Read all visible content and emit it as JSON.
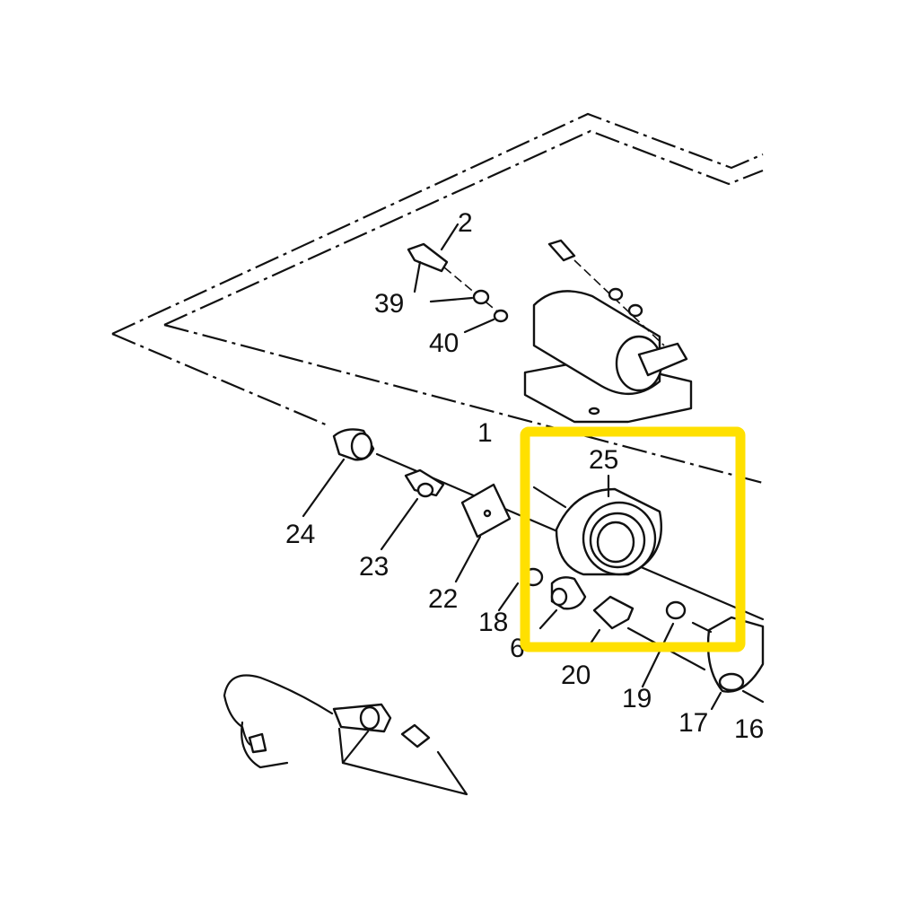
{
  "diagram": {
    "highlight_color": "#FFE000",
    "labels": {
      "l2": "2",
      "l39": "39",
      "l40": "40",
      "l1": "1",
      "l25": "25",
      "l24": "24",
      "l23": "23",
      "l22": "22",
      "l18": "18",
      "l6": "6",
      "l20": "20",
      "l19": "19",
      "l17": "17",
      "l16": "16"
    }
  }
}
